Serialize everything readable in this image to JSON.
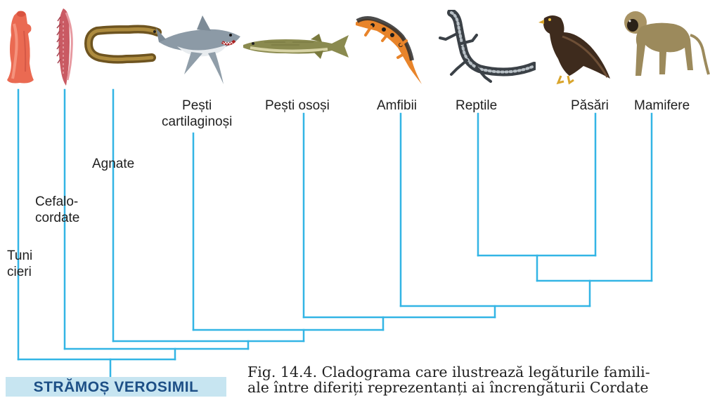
{
  "colors": {
    "branch": "#33b5e5",
    "ancestor_bg": "#c7e5f1",
    "ancestor_text": "#1d4f86",
    "label_text": "#1f1f1f"
  },
  "animals": [
    {
      "id": "tunicate",
      "icon": "tunicate-illustration"
    },
    {
      "id": "lancelet",
      "icon": "lancelet-illustration"
    },
    {
      "id": "lamprey",
      "icon": "lamprey-illustration"
    },
    {
      "id": "shark",
      "icon": "shark-illustration"
    },
    {
      "id": "pike",
      "icon": "pike-fish-illustration"
    },
    {
      "id": "newt",
      "icon": "newt-illustration"
    },
    {
      "id": "lizard",
      "icon": "lizard-illustration"
    },
    {
      "id": "eagle",
      "icon": "eagle-illustration"
    },
    {
      "id": "monkey",
      "icon": "monkey-illustration"
    }
  ],
  "groups": {
    "tunicates": [
      "Tuni",
      "cieri"
    ],
    "cephalochordates": [
      "Cefalo-",
      "cordate"
    ],
    "agnathans": "Agnate",
    "cartilaginous_fish": [
      "Pești",
      "cartilaginoși"
    ],
    "bony_fish": "Pești osoși",
    "amphibians": "Amfibii",
    "reptiles": "Reptile",
    "birds": "Păsări",
    "mammals": "Mamifere"
  },
  "ancestor": "STRĂMOȘ VEROSIMIL",
  "caption": {
    "line1": "Fig. 14.4. Cladograma care ilustrează legăturile famili-",
    "line2": "ale între diferiți reprezentanți ai încrengăturii Cordate"
  }
}
